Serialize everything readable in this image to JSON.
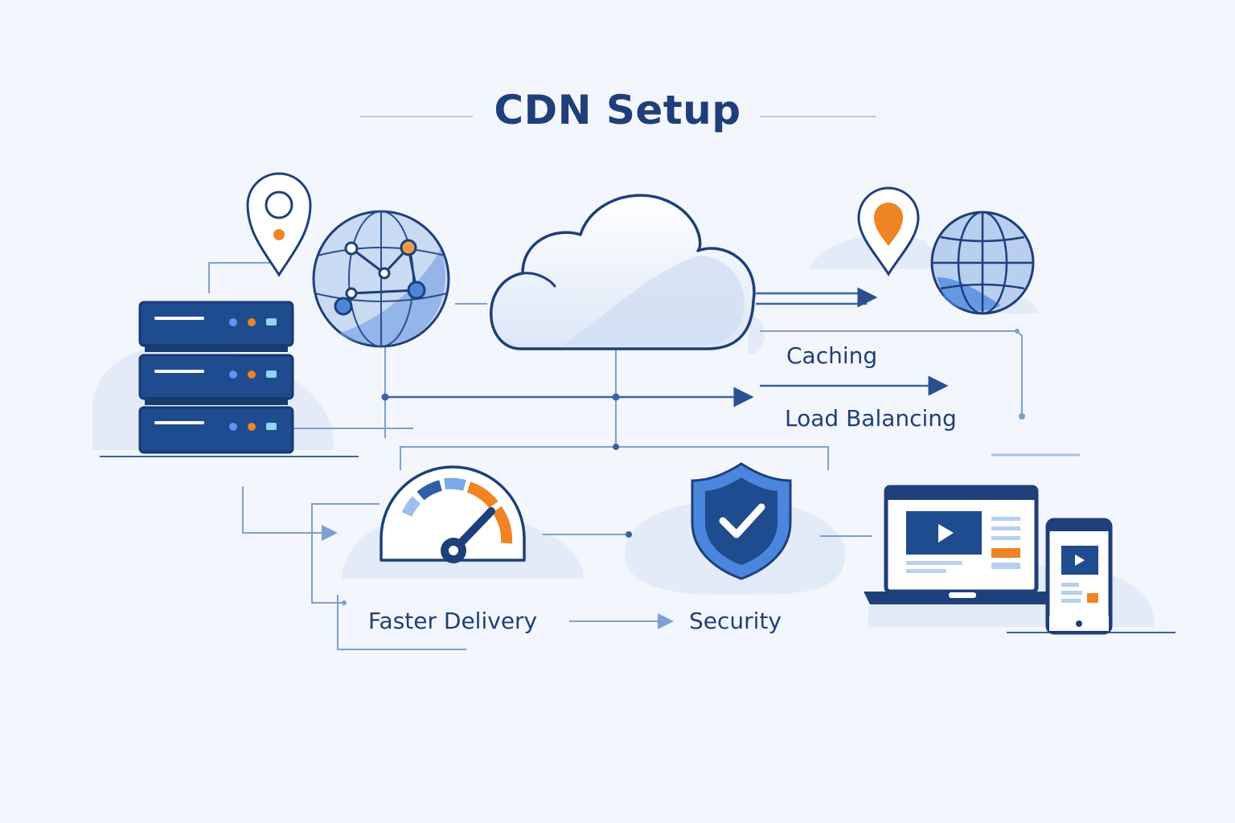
{
  "title": "CDN Setup",
  "labels": {
    "caching": "Caching",
    "load_balancing": "Load Balancing",
    "faster_delivery": "Faster Delivery",
    "security": "Security"
  },
  "icons": [
    "server-stack-icon",
    "location-pin-icon",
    "network-globe-icon",
    "cloud-icon",
    "globe-icon",
    "speedometer-icon",
    "shield-check-icon",
    "laptop-icon",
    "smartphone-icon"
  ],
  "colors": {
    "background": "#f3f6fc",
    "primary_navy": "#1f3f7a",
    "accent_blue": "#4a86dd",
    "accent_orange": "#ee8424",
    "light_blue": "#dbe6f7"
  }
}
